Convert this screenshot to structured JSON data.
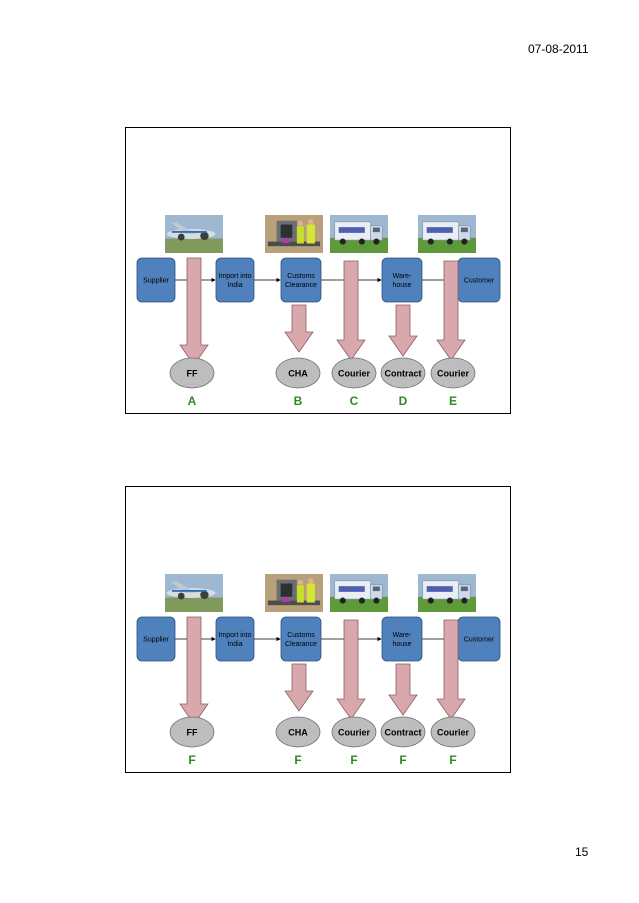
{
  "page": {
    "date": "07-08-2011",
    "page_number": "15"
  },
  "colors": {
    "process_fill": "#4F81BD",
    "process_stroke": "#2F4F7F",
    "arrow_fill": "#D8A8AC",
    "arrow_stroke": "#8E5E62",
    "ellipse_fill": "#BDBDBD",
    "ellipse_stroke": "#6E6E6E",
    "letter": "#2E8B22"
  },
  "process_boxes": [
    {
      "id": "supplier",
      "lines": [
        "Supplier"
      ]
    },
    {
      "id": "import",
      "lines": [
        "Import into",
        "India"
      ]
    },
    {
      "id": "customs",
      "lines": [
        "Customs",
        "Clearance"
      ]
    },
    {
      "id": "warehouse",
      "lines": [
        "Ware-",
        "house"
      ]
    },
    {
      "id": "customer",
      "lines": [
        "Customer"
      ]
    }
  ],
  "photos": [
    {
      "id": "airplane",
      "icon": "airplane-photo-icon"
    },
    {
      "id": "customs-scanner",
      "icon": "customs-scanner-photo-icon"
    },
    {
      "id": "truck-1",
      "icon": "truck-photo-icon"
    },
    {
      "id": "truck-2",
      "icon": "truck-photo-icon"
    }
  ],
  "service_providers": [
    "FF",
    "CHA",
    "Courier",
    "Contract",
    "Courier"
  ],
  "slides": [
    {
      "id": "slide-1",
      "letters": [
        "A",
        "B",
        "C",
        "D",
        "E"
      ]
    },
    {
      "id": "slide-2",
      "letters": [
        "F",
        "F",
        "F",
        "F",
        "F"
      ]
    }
  ]
}
